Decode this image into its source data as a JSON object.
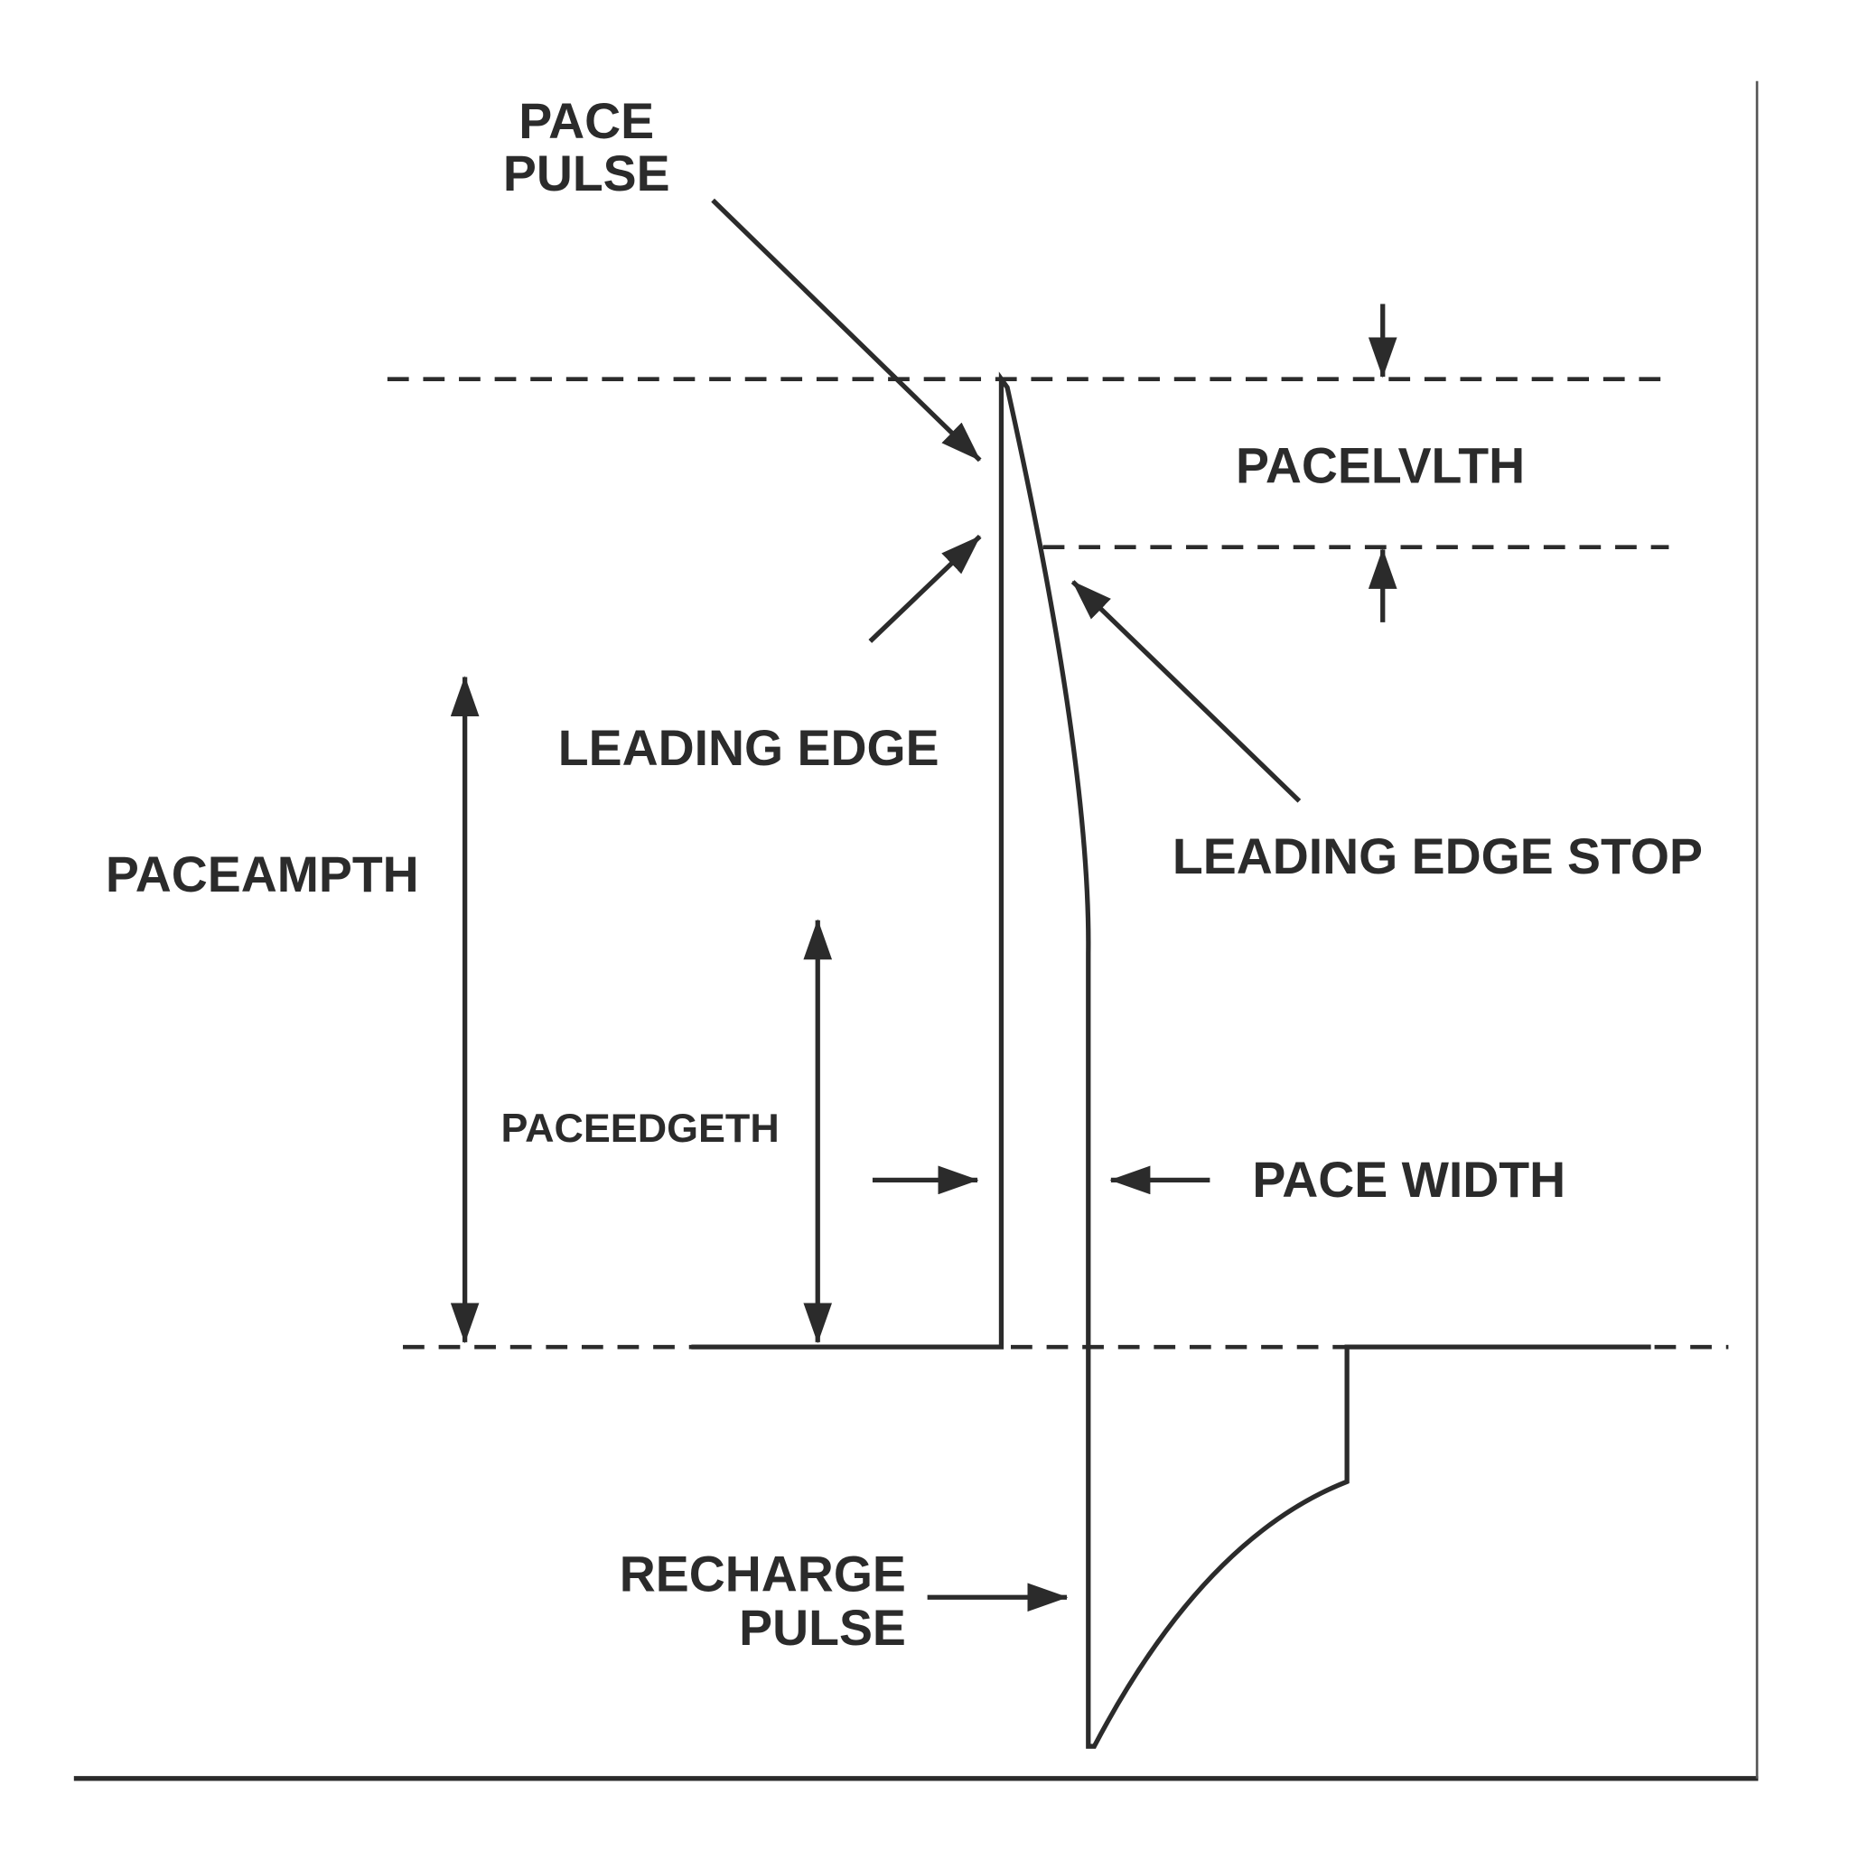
{
  "labels": {
    "pace_pulse_1": "PACE",
    "pace_pulse_2": "PULSE",
    "pacelvlth": "PACELVLTH",
    "leading_edge": "LEADING EDGE",
    "leading_edge_stop": "LEADING EDGE STOP",
    "paceampth": "PACEAMPTH",
    "paceedgeth": "PACEEDGETH",
    "pace_width": "PACE WIDTH",
    "recharge_pulse_1": "RECHARGE",
    "recharge_pulse_2": "PULSE"
  },
  "colors": {
    "ink": "#2b2b2b",
    "background": "#ffffff"
  }
}
